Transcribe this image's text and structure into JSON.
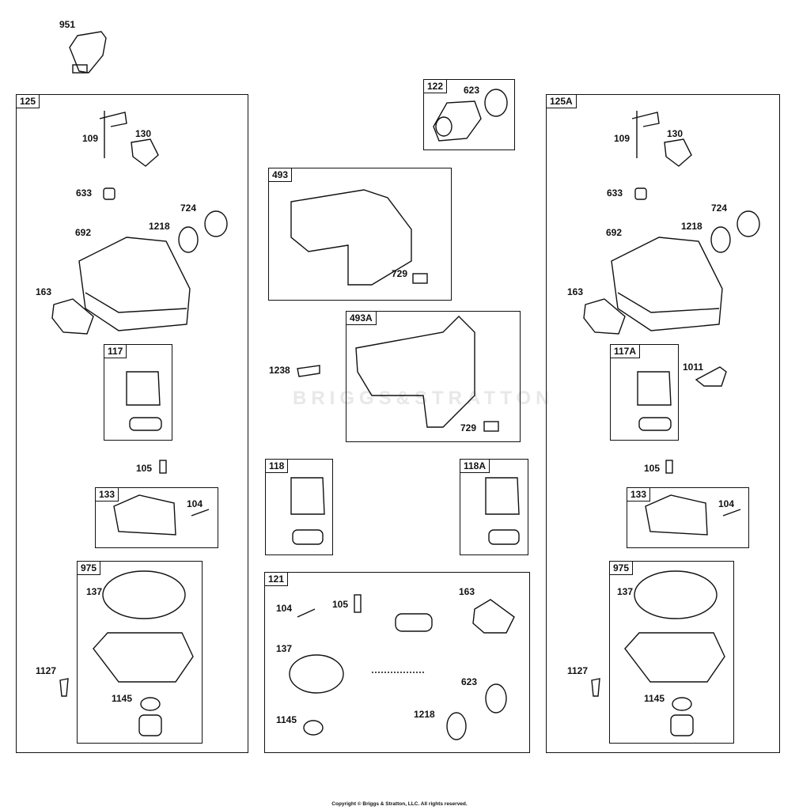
{
  "watermark": "BRIGGS&STRATTON",
  "copyright": "Copyright © Briggs & Stratton, LLC. All rights reserved.",
  "groups": {
    "g125": "125",
    "g125a": "125A",
    "g122": "122",
    "g493": "493",
    "g493a": "493A",
    "g117": "117",
    "g117a": "117A",
    "g118": "118",
    "g118a": "118A",
    "g133l": "133",
    "g133r": "133",
    "g975l": "975",
    "g975r": "975",
    "g121": "121"
  },
  "parts": {
    "p951": "951",
    "p623a": "623",
    "p109l": "109",
    "p130l": "130",
    "p633l": "633",
    "p724l": "724",
    "p692l": "692",
    "p1218l": "1218",
    "p163l": "163",
    "p105l": "105",
    "p104l": "104",
    "p137l": "137",
    "p1127l": "1127",
    "p1145l": "1145",
    "p729a": "729",
    "p1238": "1238",
    "p729b": "729",
    "p104c": "104",
    "p105c": "105",
    "p163c": "163",
    "p137c": "137",
    "p623c": "623",
    "p1145c": "1145",
    "p1218c": "1218",
    "p109r": "109",
    "p130r": "130",
    "p633r": "633",
    "p724r": "724",
    "p692r": "692",
    "p1218r": "1218",
    "p163r": "163",
    "p1011": "1011",
    "p105r": "105",
    "p104r": "104",
    "p137r": "137",
    "p1127r": "1127",
    "p1145r": "1145"
  },
  "style": {
    "line_color": "#111111",
    "background": "#ffffff"
  }
}
